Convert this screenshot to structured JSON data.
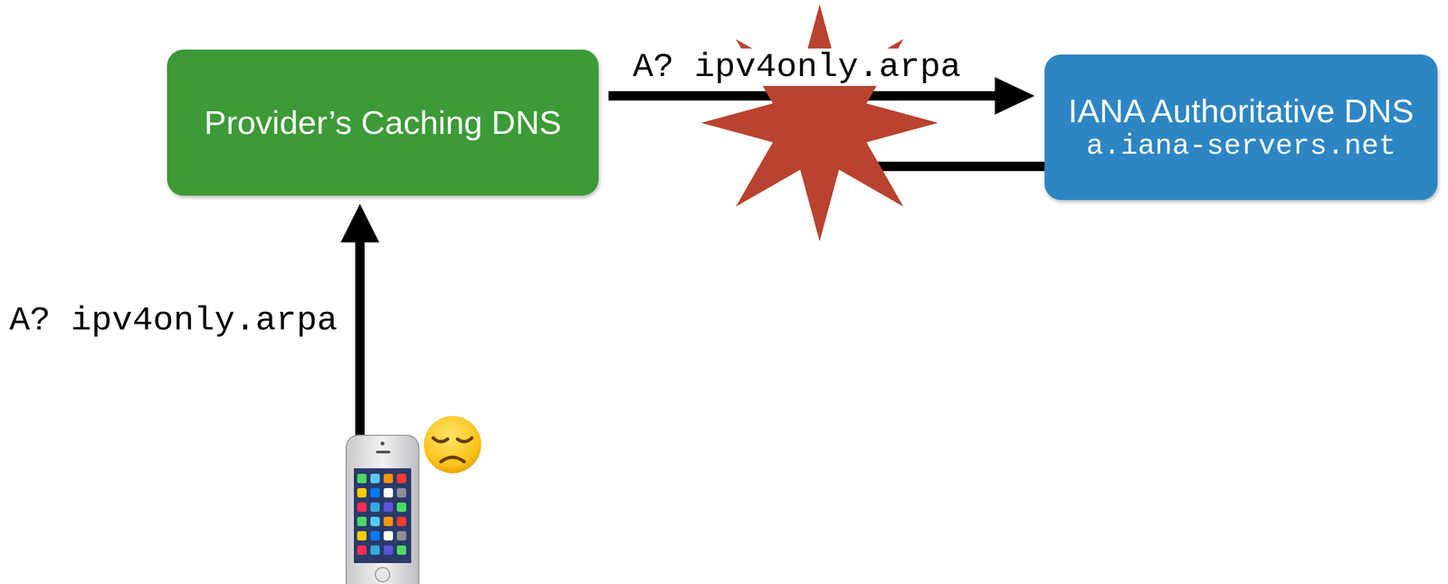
{
  "diagram": {
    "nodes": [
      {
        "text": [
          "Provider’s Caching DNS"
        ]
      },
      {
        "text": [
          "IANA Authoritative DNS",
          "a.iana-servers.net"
        ]
      }
    ],
    "edges": [
      {
        "from": 0,
        "to": 1,
        "arrow": "to",
        "label": "A? ipv4only.arpa"
      }
    ],
    "labels": [
      "A? ipv4only.arpa"
    ]
  }
}
